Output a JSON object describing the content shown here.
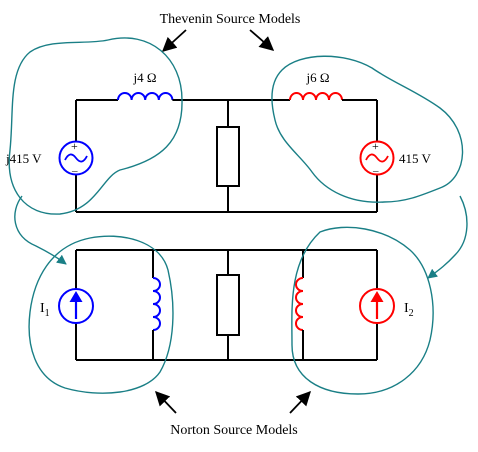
{
  "labels": {
    "top_title": "Thevenin Source Models",
    "bottom_title": "Norton Source Models",
    "left_inductor": "j4 Ω",
    "right_inductor": "j6 Ω",
    "left_voltage": "j415 V",
    "right_voltage": "415 V",
    "current_left": "I",
    "current_left_sub": "1",
    "current_right": "I",
    "current_right_sub": "2",
    "plus": "+",
    "minus": "–"
  },
  "colors": {
    "wire": "#000000",
    "left_source": "#0000ff",
    "right_source": "#ff0000",
    "annotation": "#1a7f86"
  },
  "icons": {
    "voltage_source": "ac-voltage-source-icon",
    "current_source": "current-source-icon",
    "inductor": "inductor-coil-icon",
    "load": "load-resistor-icon"
  }
}
